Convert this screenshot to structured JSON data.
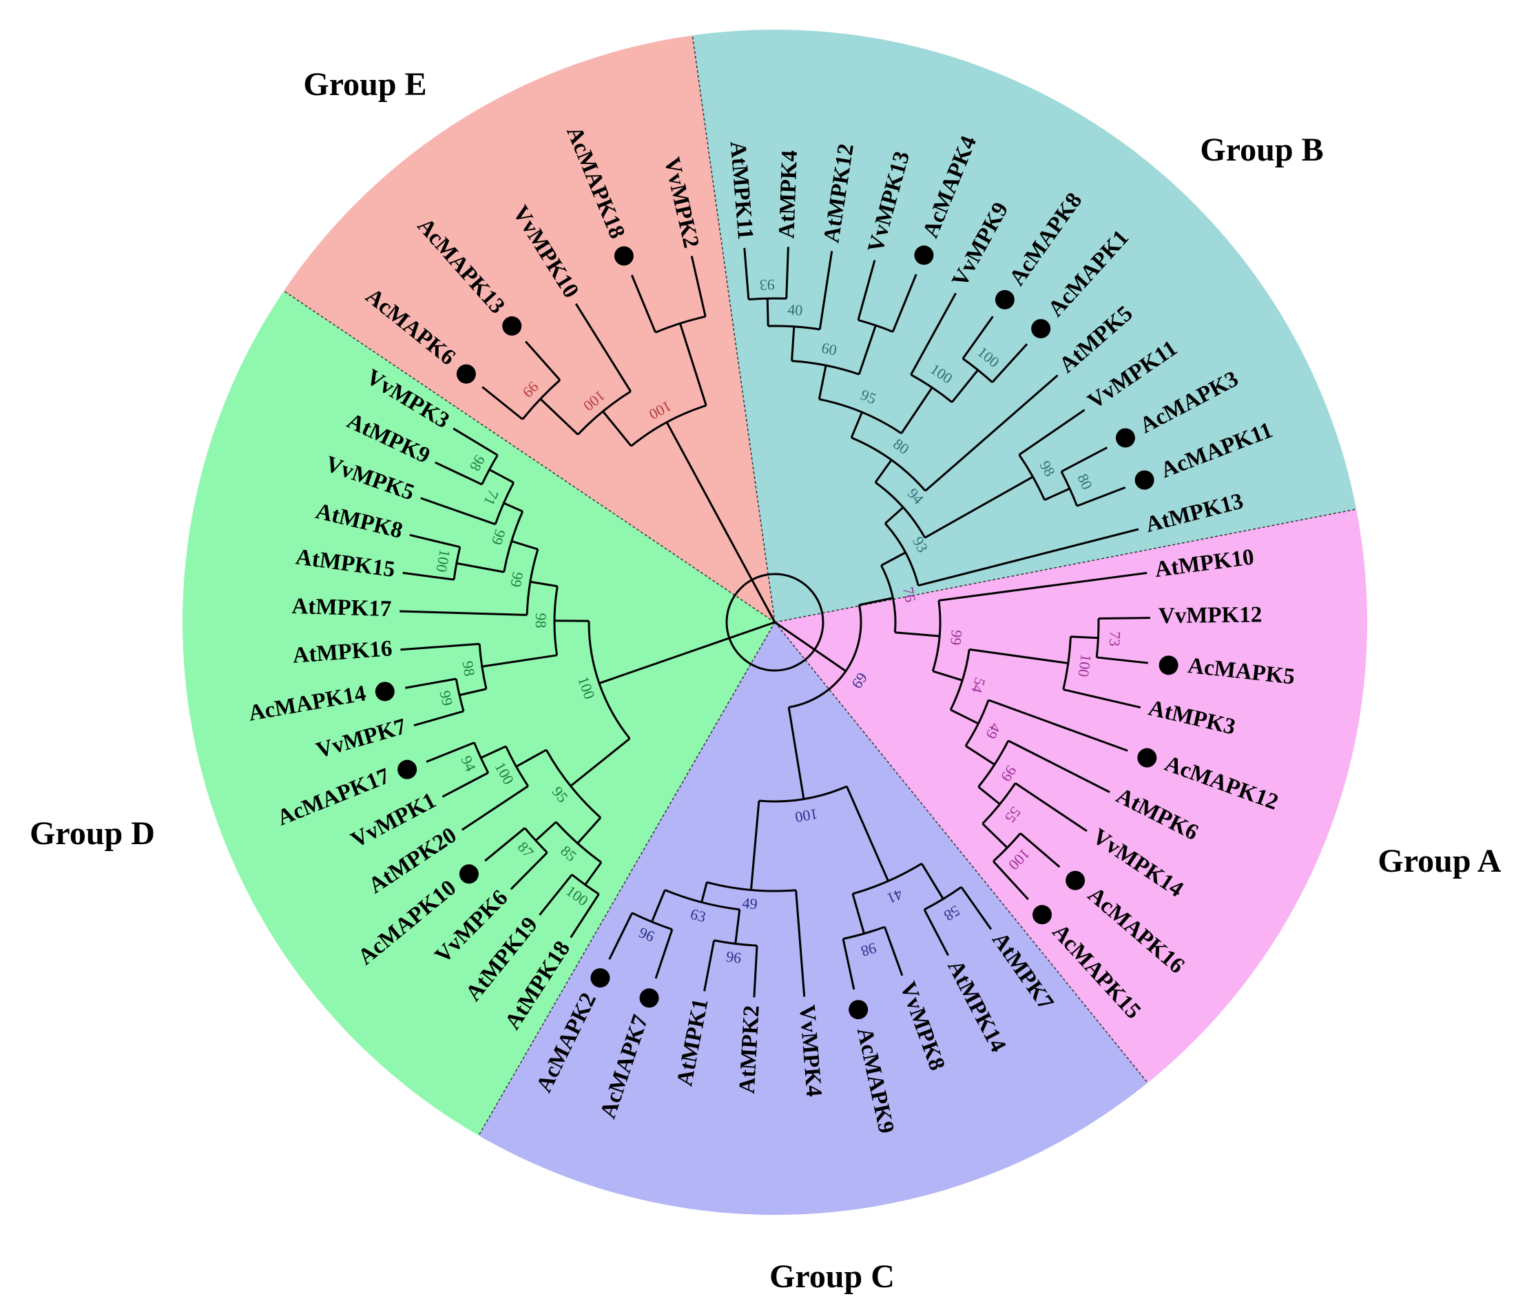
{
  "groups": [
    {
      "id": "E",
      "label": "Group E",
      "color": "#f8b5b0",
      "boot_color": "#b23a3a"
    },
    {
      "id": "B",
      "label": "Group B",
      "color": "#a0d9da",
      "boot_color": "#2f6f70"
    },
    {
      "id": "A",
      "label": "Group A",
      "color": "#f9b2f4",
      "boot_color": "#9c2f95"
    },
    {
      "id": "C",
      "label": "Group C",
      "color": "#b3b5f7",
      "boot_color": "#2b2f8a"
    },
    {
      "id": "D",
      "label": "Group D",
      "color": "#8ff8ae",
      "boot_color": "#1f7a3a"
    }
  ],
  "leaves": {
    "E": [
      {
        "name": "AcMAPK6",
        "marked": true
      },
      {
        "name": "AcMAPK13",
        "marked": true
      },
      {
        "name": "VvMPK10",
        "marked": false
      },
      {
        "name": "AcMAPK18",
        "marked": true
      },
      {
        "name": "VvMPK2",
        "marked": false
      }
    ],
    "B": [
      {
        "name": "AtMPK11",
        "marked": false
      },
      {
        "name": "AtMPK4",
        "marked": false
      },
      {
        "name": "AtMPK12",
        "marked": false
      },
      {
        "name": "VvMPK13",
        "marked": false
      },
      {
        "name": "AcMAPK4",
        "marked": true
      },
      {
        "name": "VvMPK9",
        "marked": false
      },
      {
        "name": "AcMAPK8",
        "marked": true
      },
      {
        "name": "AcMAPK1",
        "marked": true
      },
      {
        "name": "AtMPK5",
        "marked": false
      },
      {
        "name": "VvMPK11",
        "marked": false
      },
      {
        "name": "AcMAPK3",
        "marked": true
      },
      {
        "name": "AcMAPK11",
        "marked": true
      },
      {
        "name": "AtMPK13",
        "marked": false
      }
    ],
    "A": [
      {
        "name": "AtMPK10",
        "marked": false
      },
      {
        "name": "VvMPK12",
        "marked": false
      },
      {
        "name": "AcMAPK5",
        "marked": true
      },
      {
        "name": "AtMPK3",
        "marked": false
      },
      {
        "name": "AcMAPK12",
        "marked": true
      },
      {
        "name": "AtMPK6",
        "marked": false
      },
      {
        "name": "VvMPK14",
        "marked": false
      },
      {
        "name": "AcMAPK16",
        "marked": true
      },
      {
        "name": "AcMAPK15",
        "marked": true
      }
    ],
    "C": [
      {
        "name": "AtMPK7",
        "marked": false
      },
      {
        "name": "AtMPK14",
        "marked": false
      },
      {
        "name": "VvMPK8",
        "marked": false
      },
      {
        "name": "AcMAPK9",
        "marked": true
      },
      {
        "name": "VvMPK4",
        "marked": false
      },
      {
        "name": "AtMPK2",
        "marked": false
      },
      {
        "name": "AtMPK1",
        "marked": false
      },
      {
        "name": "AcMAPK7",
        "marked": true
      },
      {
        "name": "AcMAPK2",
        "marked": true
      }
    ],
    "D": [
      {
        "name": "AtMPK18",
        "marked": false
      },
      {
        "name": "AtMPK19",
        "marked": false
      },
      {
        "name": "VvMPK6",
        "marked": false
      },
      {
        "name": "AcMAPK10",
        "marked": true
      },
      {
        "name": "AtMPK20",
        "marked": false
      },
      {
        "name": "VvMPK1",
        "marked": false
      },
      {
        "name": "AcMAPK17",
        "marked": true
      },
      {
        "name": "VvMPK7",
        "marked": false
      },
      {
        "name": "AcMAPK14",
        "marked": true
      },
      {
        "name": "AtMPK16",
        "marked": false
      },
      {
        "name": "AtMPK17",
        "marked": false
      },
      {
        "name": "AtMPK15",
        "marked": false
      },
      {
        "name": "AtMPK8",
        "marked": false
      },
      {
        "name": "VvMPK5",
        "marked": false
      },
      {
        "name": "AtMPK9",
        "marked": false
      },
      {
        "name": "VvMPK3",
        "marked": false
      }
    ]
  },
  "bootstrap": {
    "E": [
      "99",
      "100",
      "100"
    ],
    "B": [
      "93",
      "40",
      "60",
      "100",
      "95",
      "100",
      "80",
      "98",
      "80",
      "94",
      "93"
    ],
    "A": [
      "73",
      "100",
      "99",
      "54",
      "49",
      "99",
      "55",
      "100"
    ],
    "C": [
      "96",
      "63",
      "96",
      "49",
      "98",
      "58",
      "41",
      "100"
    ],
    "D": [
      "100",
      "98",
      "71",
      "100",
      "99",
      "99",
      "98",
      "100",
      "94",
      "87",
      "85",
      "95",
      "99",
      "100",
      "98"
    ],
    "root": [
      "76",
      "69"
    ]
  }
}
